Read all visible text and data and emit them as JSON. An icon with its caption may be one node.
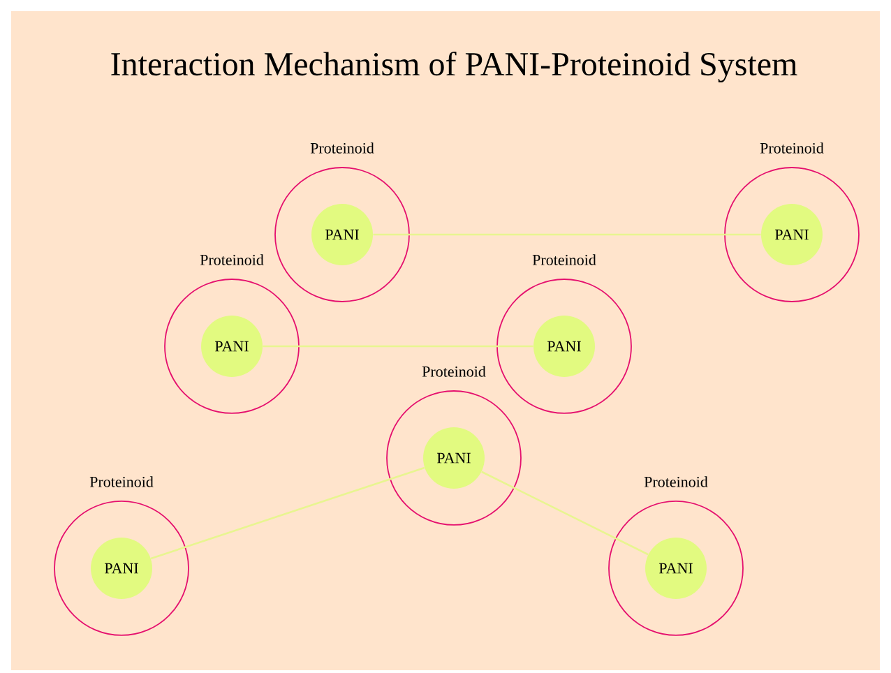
{
  "diagram": {
    "title": "Interaction Mechanism of PANI-Proteinoid System",
    "nodes": [
      {
        "text": [
          "Proteinoid"
        ]
      },
      {
        "text": [
          "PANI"
        ],
        "in": 0
      },
      {
        "text": [
          "Proteinoid"
        ]
      },
      {
        "text": [
          "PANI"
        ],
        "in": 2
      },
      {
        "text": [
          "Proteinoid"
        ]
      },
      {
        "text": [
          "PANI"
        ],
        "in": 4
      },
      {
        "text": [
          "Proteinoid"
        ]
      },
      {
        "text": [
          "PANI"
        ],
        "in": 6
      },
      {
        "text": [
          "Proteinoid"
        ]
      },
      {
        "text": [
          "PANI"
        ],
        "in": 8
      },
      {
        "text": [
          "Proteinoid"
        ]
      },
      {
        "text": [
          "PANI"
        ],
        "in": 10
      },
      {
        "text": [
          "Proteinoid"
        ]
      },
      {
        "text": [
          "PANI"
        ],
        "in": 12
      }
    ],
    "edges": [
      {
        "from": 1,
        "to": 3,
        "arrow": "none"
      },
      {
        "from": 5,
        "to": 7,
        "arrow": "none"
      },
      {
        "from": 9,
        "to": 11,
        "arrow": "none"
      },
      {
        "from": 9,
        "to": 13,
        "arrow": "none"
      }
    ]
  }
}
